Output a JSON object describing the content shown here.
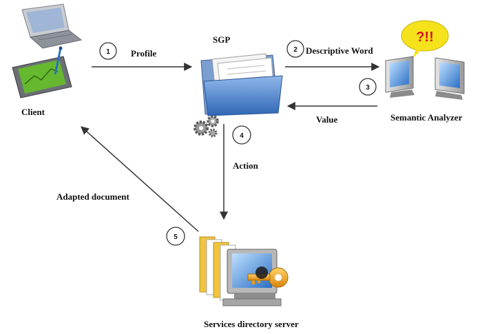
{
  "nodes": {
    "client": {
      "label": "Client",
      "icon": "laptop-and-tablet-icon"
    },
    "sgp": {
      "label": "SGP",
      "icon": "folder-with-documents-and-gears-icon"
    },
    "analyzer": {
      "label": "Semantic Analyzer",
      "icon": "two-monitors-with-speech-bubble-icon",
      "bubble_text": "?!!"
    },
    "server": {
      "label": "Services directory server",
      "icon": "monitor-with-key-and-documents-icon"
    }
  },
  "steps": [
    {
      "number": "1",
      "label": "Profile"
    },
    {
      "number": "2",
      "label": "Descriptive Word"
    },
    {
      "number": "3",
      "label": "Value"
    },
    {
      "number": "4",
      "label": "Action"
    },
    {
      "number": "5",
      "label": "Adapted document"
    }
  ],
  "colors": {
    "arrow": "#333333",
    "bubble": "#f5e21b",
    "bubble_text": "#d4121b",
    "folder": "#4d88d4",
    "screen": "#3a86d6",
    "key": "#f0a21c",
    "tablet_screen": "#66b82f"
  }
}
